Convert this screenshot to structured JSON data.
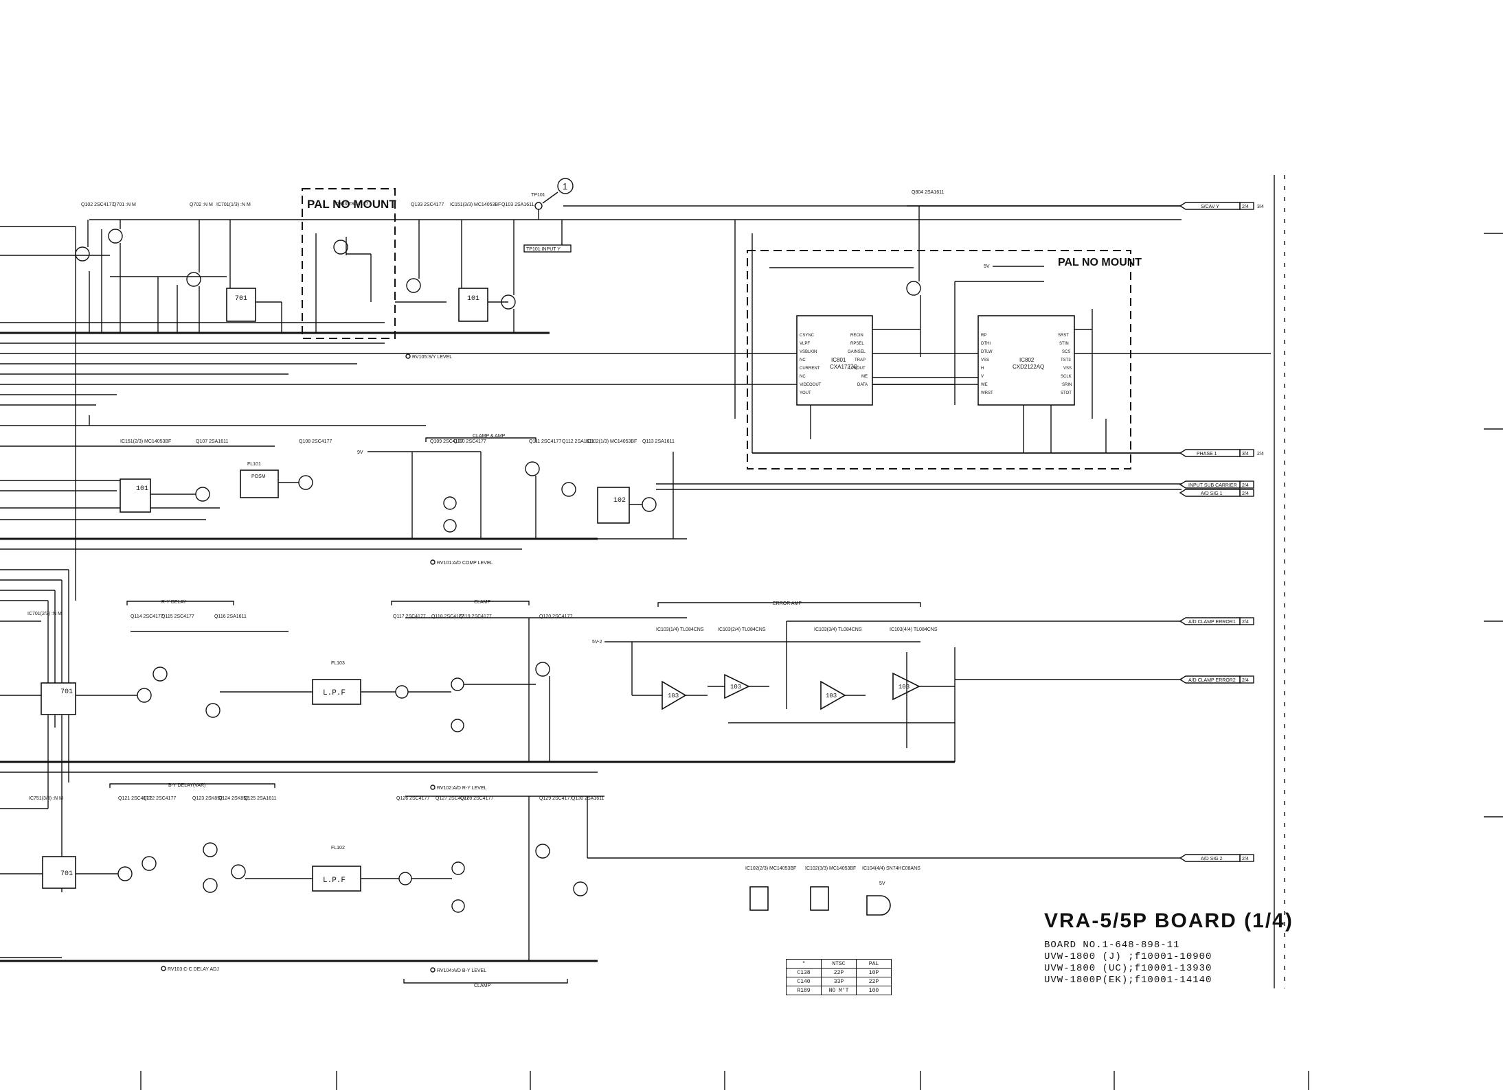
{
  "board": {
    "title": "VRA-5/5P BOARD (1/4)",
    "board_no": "BOARD NO.1-648-898-11",
    "lines": [
      "UVW-1800 (J) ;f10001-10900",
      "UVW-1800 (UC);f10001-13930",
      "UVW-1800P(EK);f10001-14140"
    ]
  },
  "regions": {
    "pal_no_mount_1": "PAL NO MOUNT",
    "pal_no_mount_2": "PAL NO MOUNT"
  },
  "outputs": [
    {
      "label": "S/CAV Y",
      "ref": "2/4",
      "ref2": "3/4"
    },
    {
      "label": "PHASE 1",
      "ref": "3/4",
      "ref2": "2/4"
    },
    {
      "label": "INPUT SUB CARRIER",
      "ref": "2/4"
    },
    {
      "label": "A/D SIG 1",
      "ref": "2/4"
    },
    {
      "label": "A/D CLAMP ERROR1",
      "ref": "2/4"
    },
    {
      "label": "A/D CLAMP ERROR2",
      "ref": "2/4"
    },
    {
      "label": "A/D SIG 2",
      "ref": "2/4"
    }
  ],
  "adjustments": [
    "RV105:S/Y LEVEL",
    "RV101:A/D COMP LEVEL",
    "RV102:A/D R-Y LEVEL",
    "RV103:C-C DELAY ADJ",
    "RV104:A/D B-Y LEVEL"
  ],
  "sections": [
    "R-Y DELAY",
    "CLAMP",
    "ERROR AMP",
    "B-Y DELAY(VAR)",
    "CLAMP & AMP",
    "CLAMP"
  ],
  "ics": {
    "ic801": {
      "name": "IC801",
      "part": "CXA1727Q",
      "left_pins": [
        "CSYNC",
        "VLPF",
        "VSBLKIN",
        "NC",
        "CURRENT",
        "NC",
        "VIDEOOUT",
        "YOUT"
      ],
      "right_pins": [
        "RECIN",
        "RPSEL",
        "GAINSEL",
        "TRAP",
        "LPFOUT",
        "ME",
        "DATA"
      ]
    },
    "ic802": {
      "name": "IC802",
      "part": "CXD2122AQ",
      "left_pins": [
        "RP",
        "DTHI",
        "DTLW",
        "VSS",
        "H",
        "V",
        "WE",
        "WRST"
      ],
      "right_pins": [
        "SRST",
        "STIN",
        "SCS",
        "TST3",
        "VSS",
        "SCLK",
        "SRIN",
        "STOT"
      ]
    },
    "blocks": [
      "701",
      "101",
      "101",
      "102",
      "701",
      "701",
      "103",
      "103",
      "103",
      "103"
    ],
    "filters": [
      "L.P.F",
      "L.P.F"
    ],
    "fl101": "FL101",
    "fl101_label": "POSM",
    "fl102": "FL102",
    "fl103": "FL103"
  },
  "parts_top": [
    "Q102 2SC4177",
    "Q701 :N M",
    "Q702 :N M",
    "IC701(1/3) :N M",
    "Q803 2SC4177",
    "Q133 2SC4177",
    "IC151(3/3) MC14053BF",
    "Q103 2SA1611",
    "TP101",
    "Q804 2SA1611"
  ],
  "test_point": {
    "circle": "1",
    "label": "TP101:INPUT Y"
  },
  "parts_mid": [
    "IC151(2/3) MC14053BF",
    "Q107 2SA1611",
    "Q108 2SC4177",
    "Q109 2SC4177",
    "Q110 2SC4177",
    "Q111 2SC4177",
    "Q112 2SA1611",
    "IC102(1/3) MC14053BF",
    "Q113 2SA1611"
  ],
  "parts_low": [
    "IC701(2/3) :N M",
    "Q114 2SC4177",
    "Q115 2SC4177",
    "Q116 2SA1611",
    "Q117 2SC4177",
    "Q118 2SC4177",
    "Q119 2SC4177",
    "Q120 2SC4177",
    "IC103(1/4) TL084CNS",
    "IC103(2/4) TL084CNS",
    "IC103(3/4) TL084CNS",
    "IC103(4/4) TL084CNS"
  ],
  "parts_bot": [
    "IC751(3/3) :N M",
    "Q121 2SC4177",
    "Q122 2SC4177",
    "Q123 2SK852",
    "Q124 2SK852",
    "Q125 2SA1611",
    "Q126 2SC4177",
    "Q127 2SC4177",
    "Q128 2SC4177",
    "Q129 2SC4177",
    "Q130 2SA1611"
  ],
  "small_ics": [
    "IC102(2/3) MC14053BF",
    "IC102(3/3) MC14053BF",
    "IC104(4/4) SN74HC08ANS"
  ],
  "variant_table": {
    "header": [
      "*",
      "NTSC",
      "PAL"
    ],
    "rows": [
      [
        "C138",
        "22P",
        "10P"
      ],
      [
        "C140",
        "33P",
        "22P"
      ],
      [
        "R189",
        "NO M'T",
        "100"
      ]
    ]
  },
  "supply": {
    "v9": "9V",
    "v5": "5V",
    "v5b": "5V",
    "v5m": "5V-2"
  }
}
